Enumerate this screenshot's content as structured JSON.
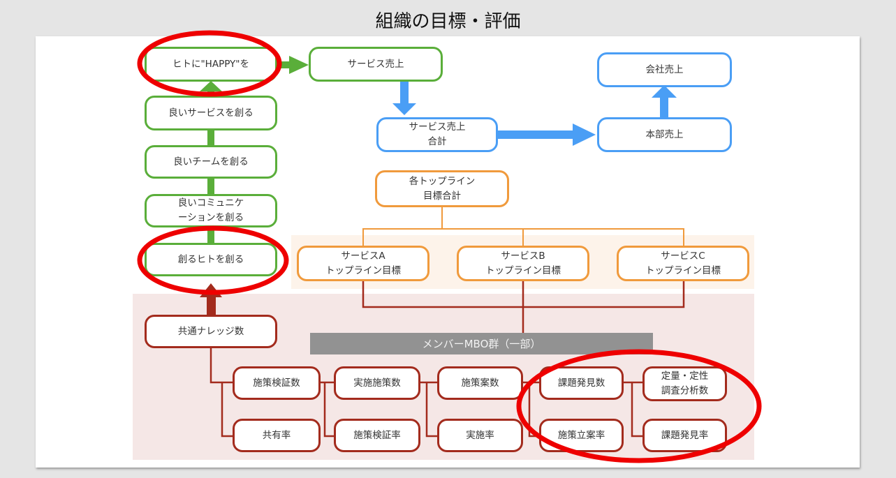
{
  "title": "組織の目標・評価",
  "colors": {
    "growth": "#5aae3a",
    "revenue": "#4a9ef5",
    "topline": "#f09a3c",
    "mbo": "#a32b1d",
    "highlight": "#ee0000"
  },
  "growth_chain": {
    "happy": "ヒトに\"HAPPY\"を",
    "good_service": "良いサービスを創る",
    "good_team": "良いチームを創る",
    "good_comm": "良いコミュニケ\nーションを創る",
    "create_people": "創るヒトを創る"
  },
  "revenue_chain": {
    "service_sales": "サービス売上",
    "service_sales_total": "サービス売上\n合計",
    "division_sales": "本部売上",
    "company_sales": "会社売上"
  },
  "topline": {
    "total": "各トップライン\n目標合計",
    "service_a": "サービスA\nトップライン目標",
    "service_b": "サービスB\nトップライン目標",
    "service_c": "サービスC\nトップライン目標"
  },
  "mbo": {
    "banner": "メンバーMBO群（一部）",
    "shared_knowledge": "共通ナレッジ数",
    "measure_verify_count": "施策検証数",
    "share_rate": "共有率",
    "executed_measures": "実施施策数",
    "measure_verify_rate": "施策検証率",
    "proposal_count": "施策案数",
    "execution_rate": "実施率",
    "issue_count": "課題発見数",
    "proposal_rate": "施策立案率",
    "research_count": "定量・定性\n調査分析数",
    "issue_rate": "課題発見率"
  },
  "annotations": [
    "happy-highlight",
    "create-people-highlight",
    "issue-metrics-highlight"
  ]
}
